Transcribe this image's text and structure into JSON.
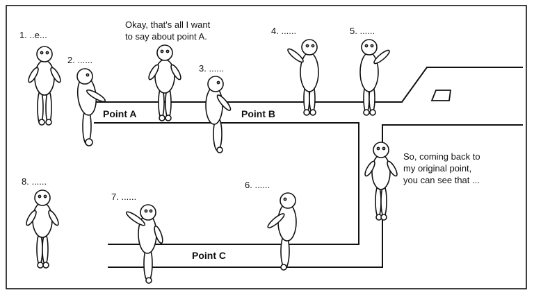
{
  "labels": {
    "l1": "1. ..e...",
    "l2": "2. ......",
    "l3": "3. ......",
    "l4": "4. ......",
    "l5": "5. ......",
    "l6": "6. ......",
    "l7": "7. ......",
    "l8": "8. ......"
  },
  "speech": {
    "a_line1": "Okay, that's all I want",
    "a_line2": "to say about point A.",
    "back_line1": "So, coming back to",
    "back_line2": "my original point,",
    "back_line3": "you can see that ..."
  },
  "points": {
    "a": "Point A",
    "b": "Point B",
    "c": "Point C"
  }
}
